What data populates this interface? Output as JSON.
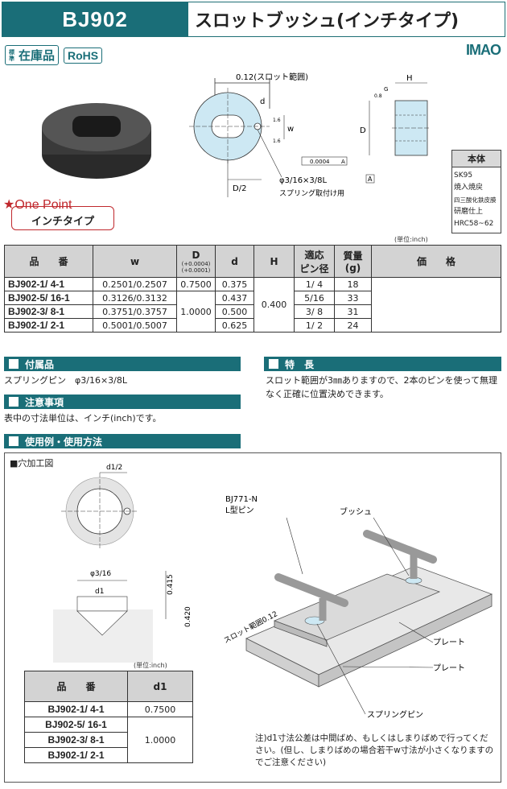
{
  "header": {
    "code": "BJ902",
    "title": "スロットブッシュ(インチタイプ)"
  },
  "badges": {
    "standard_small": "標準",
    "stock": "在庫品",
    "rohs": "RoHS"
  },
  "logo": "IMAO",
  "onepoint": {
    "label": "★One Point",
    "text": "インチタイプ"
  },
  "diagram": {
    "slot_range": "0.12(スロット範囲)",
    "d": "d",
    "w": "w",
    "D": "D",
    "D_half": "D/2",
    "H": "H",
    "G": "G",
    "tol": "0.0004",
    "tol_ref": "A",
    "pin_spec": "φ3/16×3/8L",
    "pin_note": "スプリング取付け用",
    "ra1": "1.6",
    "ra2": "1.6",
    "ra3": "0.8",
    "datum": "A"
  },
  "material": {
    "title": "本体",
    "lines": [
      "SK95",
      "焼入焼戻",
      "四三酸化鉄皮膜",
      "研磨仕上",
      "HRC58~62"
    ]
  },
  "spec_table": {
    "unit": "(単位:inch)",
    "headers": {
      "code": "品　　番",
      "w": "w",
      "D": "D",
      "D_tol_top": "(+0.0004)",
      "D_tol_bot": "(+0.0001)",
      "d": "d",
      "H": "H",
      "pin": "適応",
      "pin2": "ピン径",
      "mass": "質量",
      "mass2": "(g)",
      "price": "価　　格"
    },
    "rows": [
      {
        "code": "BJ902-1/ 4-1",
        "w": "0.2501/0.2507",
        "D": "0.7500",
        "d": "0.375",
        "pin": "1/ 4",
        "mass": "18"
      },
      {
        "code": "BJ902-5/ 16-1",
        "w": "0.3126/0.3132",
        "D": "",
        "d": "0.437",
        "pin": "5/16",
        "mass": "33"
      },
      {
        "code": "BJ902-3/ 8-1",
        "w": "0.3751/0.3757",
        "D": "1.0000",
        "d": "0.500",
        "pin": "3/ 8",
        "mass": "31"
      },
      {
        "code": "BJ902-1/ 2-1",
        "w": "0.5001/0.5007",
        "D": "",
        "d": "0.625",
        "pin": "1/ 2",
        "mass": "24"
      }
    ],
    "H_value": "0.400"
  },
  "accessory": {
    "title": "付属品",
    "text": "スプリングピン　φ3/16×3/8L"
  },
  "features": {
    "title": "特　長",
    "text": "スロット範囲が3㎜ありますので、2本のピンを使って無理なく正確に位置決めできます。"
  },
  "caution": {
    "title": "注意事項",
    "text": "表中の寸法単位は、インチ(inch)です。"
  },
  "usage": {
    "title": "使用例・使用方法",
    "hole_title": "■穴加工図",
    "d1_half": "d1/2",
    "pin_dia": "φ3/16",
    "d1": "d1",
    "dim1": "0.415",
    "dim2": "0.420",
    "labels": {
      "pin": "BJ771-N",
      "pin2": "L型ピン",
      "bush": "ブッシュ",
      "slot": "スロット範囲0.12",
      "plate1": "プレート",
      "plate2": "プレート",
      "spring": "スプリングピン"
    },
    "d1_table": {
      "unit": "(単位:inch)",
      "headers": {
        "code": "品　　番",
        "d1": "d1"
      },
      "rows": [
        {
          "code": "BJ902-1/ 4-1",
          "d1": "0.7500"
        },
        {
          "code": "BJ902-5/ 16-1",
          "d1": ""
        },
        {
          "code": "BJ902-3/ 8-1",
          "d1": "1.0000"
        },
        {
          "code": "BJ902-1/ 2-1",
          "d1": ""
        }
      ]
    },
    "note": "注)d1寸法公差は中間ばめ、もしくはしまりばめで行ってください。(但し、しまりばめの場合若干w寸法が小さくなりますのでご注意ください)"
  },
  "colors": {
    "accent": "#1a6e78",
    "red": "#c0282d",
    "light_blue": "#cde8f3",
    "gray": "#d3d3d3"
  }
}
